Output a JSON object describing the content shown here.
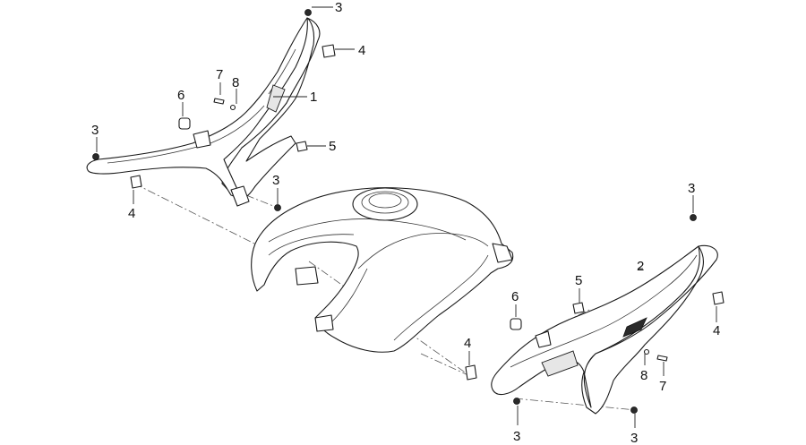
{
  "callouts": {
    "c1": "1",
    "c2": "2",
    "c3a": "3",
    "c3b": "3",
    "c3c": "3",
    "c3d": "3",
    "c3e": "3",
    "c3f": "3",
    "c4a": "4",
    "c4b": "4",
    "c4c": "4",
    "c4d": "4",
    "c5a": "5",
    "c5b": "5",
    "c6a": "6",
    "c6b": "6",
    "c7a": "7",
    "c7b": "7",
    "c8a": "8",
    "c8b": "8"
  }
}
